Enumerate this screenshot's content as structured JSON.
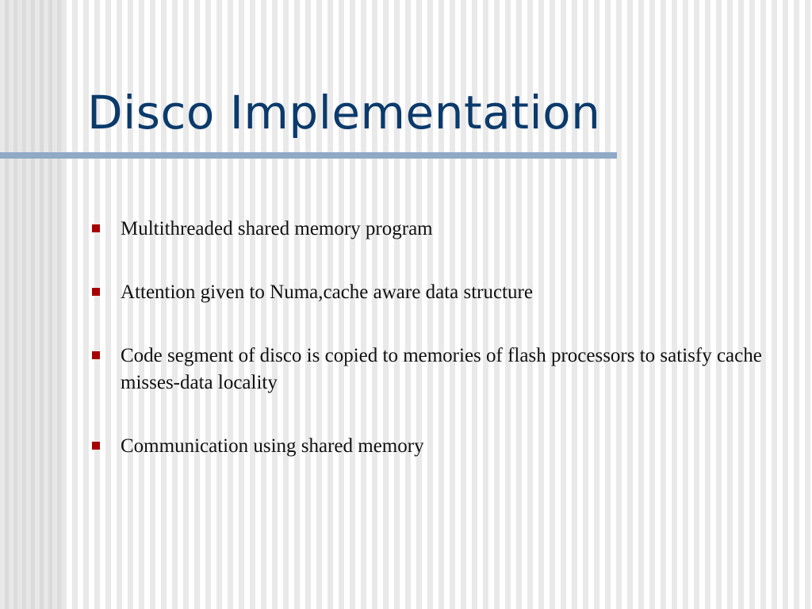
{
  "slide": {
    "title": "Disco Implementation",
    "bullets": [
      "Multithreaded shared memory program",
      "Attention given to Numa,cache aware data structure",
      "Code segment of disco is copied to memories of flash processors to satisfy cache misses-data locality",
      "Communication using shared memory"
    ]
  },
  "colors": {
    "title": "#0b3a6b",
    "rule": "#8fa9c7",
    "bullet_marker": "#a80000",
    "text": "#111111"
  },
  "icons": {
    "bullet_marker": "square-bullet-icon"
  }
}
